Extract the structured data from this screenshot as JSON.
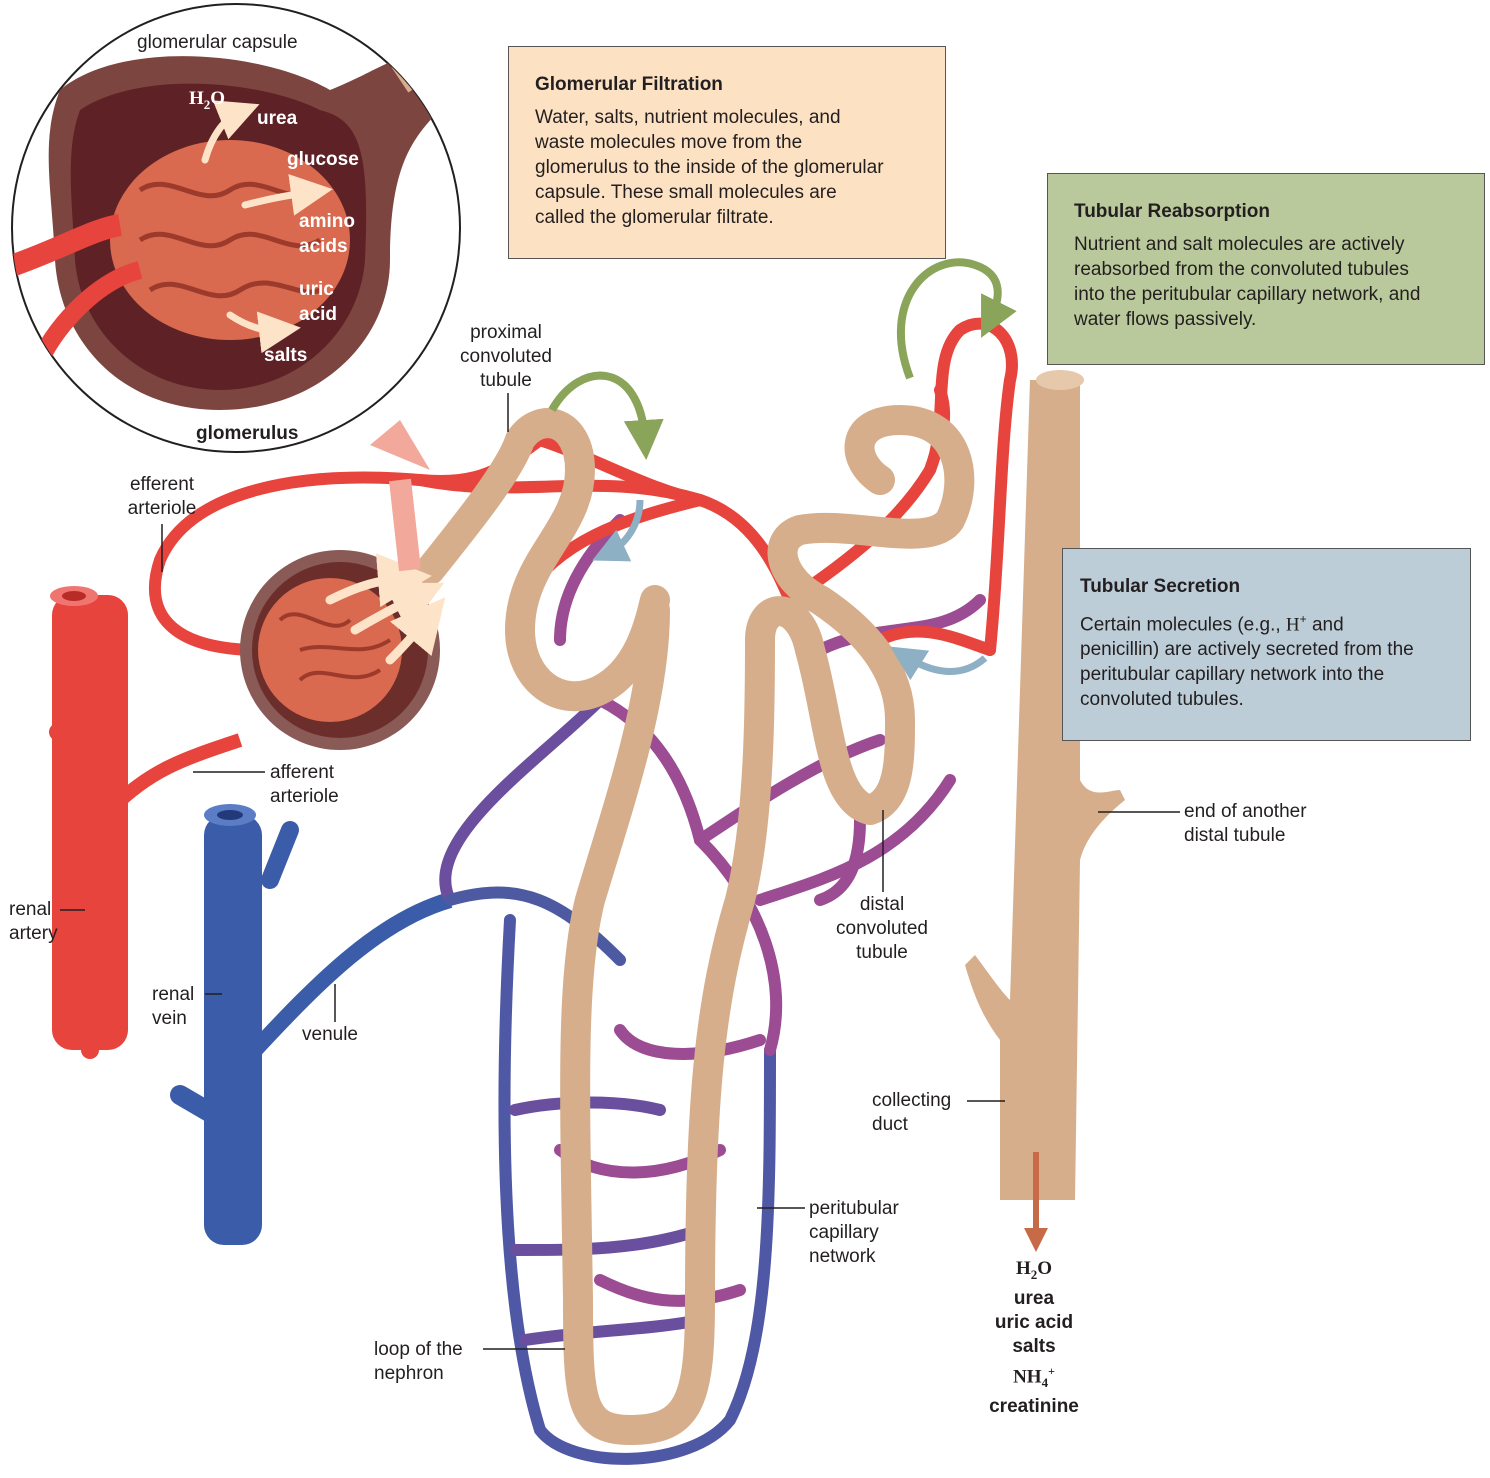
{
  "colors": {
    "artery": "#e8443e",
    "vein": "#3b5ca8",
    "capillary": "#9b4c92",
    "tubule": "#d6ae8c",
    "glomerulus": "#d9694f",
    "filtration_box": "#fde1c3",
    "reabsorption_box": "#b9c99b",
    "secretion_box": "#bccdd8",
    "reabsorption_arrow": "#8aa45a",
    "secretion_arrow": "#8eb0c4",
    "excretion_arrow": "#c76a48"
  },
  "boxes": {
    "filtration": {
      "title": "Glomerular Filtration",
      "body": "Water, salts, nutrient molecules, and\nwaste molecules move from the\nglomerulus to the inside of the glomerular\ncapsule. These small molecules are\ncalled the glomerular filtrate."
    },
    "reabsorption": {
      "title": "Tubular Reabsorption",
      "body": "Nutrient and salt molecules are actively\nreabsorbed from the convoluted tubules\ninto the peritubular capillary network, and\nwater flows passively."
    },
    "secretion": {
      "title": "Tubular Secretion",
      "body_before": "Certain molecules (e.g., ",
      "body_formula": "H",
      "body_sup": "+",
      "body_after": " and\npenicillin) are actively secreted from the\nperitubular capillary network into the\nconvoluted tubules."
    }
  },
  "inset": {
    "capsule_label": "glomerular capsule",
    "water_formula": "H",
    "water_sub": "2",
    "water_end": "O",
    "urea": "urea",
    "glucose": "glucose",
    "amino_acids": "amino\nacids",
    "uric_acid": "uric\nacid",
    "salts": "salts",
    "glomerulus": "glomerulus"
  },
  "labels": {
    "proximal": "proximal\nconvoluted\ntubule",
    "efferent": "efferent\narteriole",
    "afferent": "afferent\narteriole",
    "renal_artery": "renal\nartery",
    "renal_vein": "renal\nvein",
    "venule": "venule",
    "distal": "distal\nconvoluted\ntubule",
    "end_distal": "end of another\ndistal tubule",
    "collecting": "collecting\nduct",
    "peritubular": "peritubular\ncapillary\nnetwork",
    "loop": "loop of the\nnephron"
  },
  "urine": {
    "water_h": "H",
    "water_sub": "2",
    "water_o": "O",
    "urea": "urea",
    "uric_acid": "uric acid",
    "salts": "salts",
    "ammonium_nh": "NH",
    "ammonium_sub": "4",
    "ammonium_sup": "+",
    "creatinine": "creatinine"
  }
}
